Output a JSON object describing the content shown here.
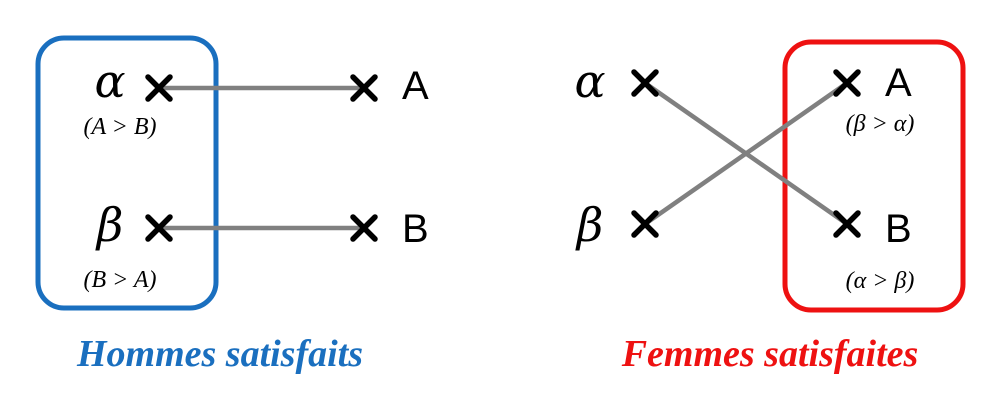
{
  "left_panel": {
    "men": [
      {
        "symbol": "α",
        "preference": "(A > B)"
      },
      {
        "symbol": "β",
        "preference": "(B > A)"
      }
    ],
    "women": [
      {
        "label": "A"
      },
      {
        "label": "B"
      }
    ],
    "caption": "Hommes satisfaits",
    "highlight_color": "#1a6fbf"
  },
  "right_panel": {
    "men": [
      {
        "symbol": "α"
      },
      {
        "symbol": "β"
      }
    ],
    "women": [
      {
        "label": "A",
        "preference": "(β > α)"
      },
      {
        "label": "B",
        "preference": "(α > β)"
      }
    ],
    "caption": "Femmes satisfaites",
    "highlight_color": "#ee1111"
  },
  "colors": {
    "link": "#808080",
    "marker": "#000000"
  }
}
